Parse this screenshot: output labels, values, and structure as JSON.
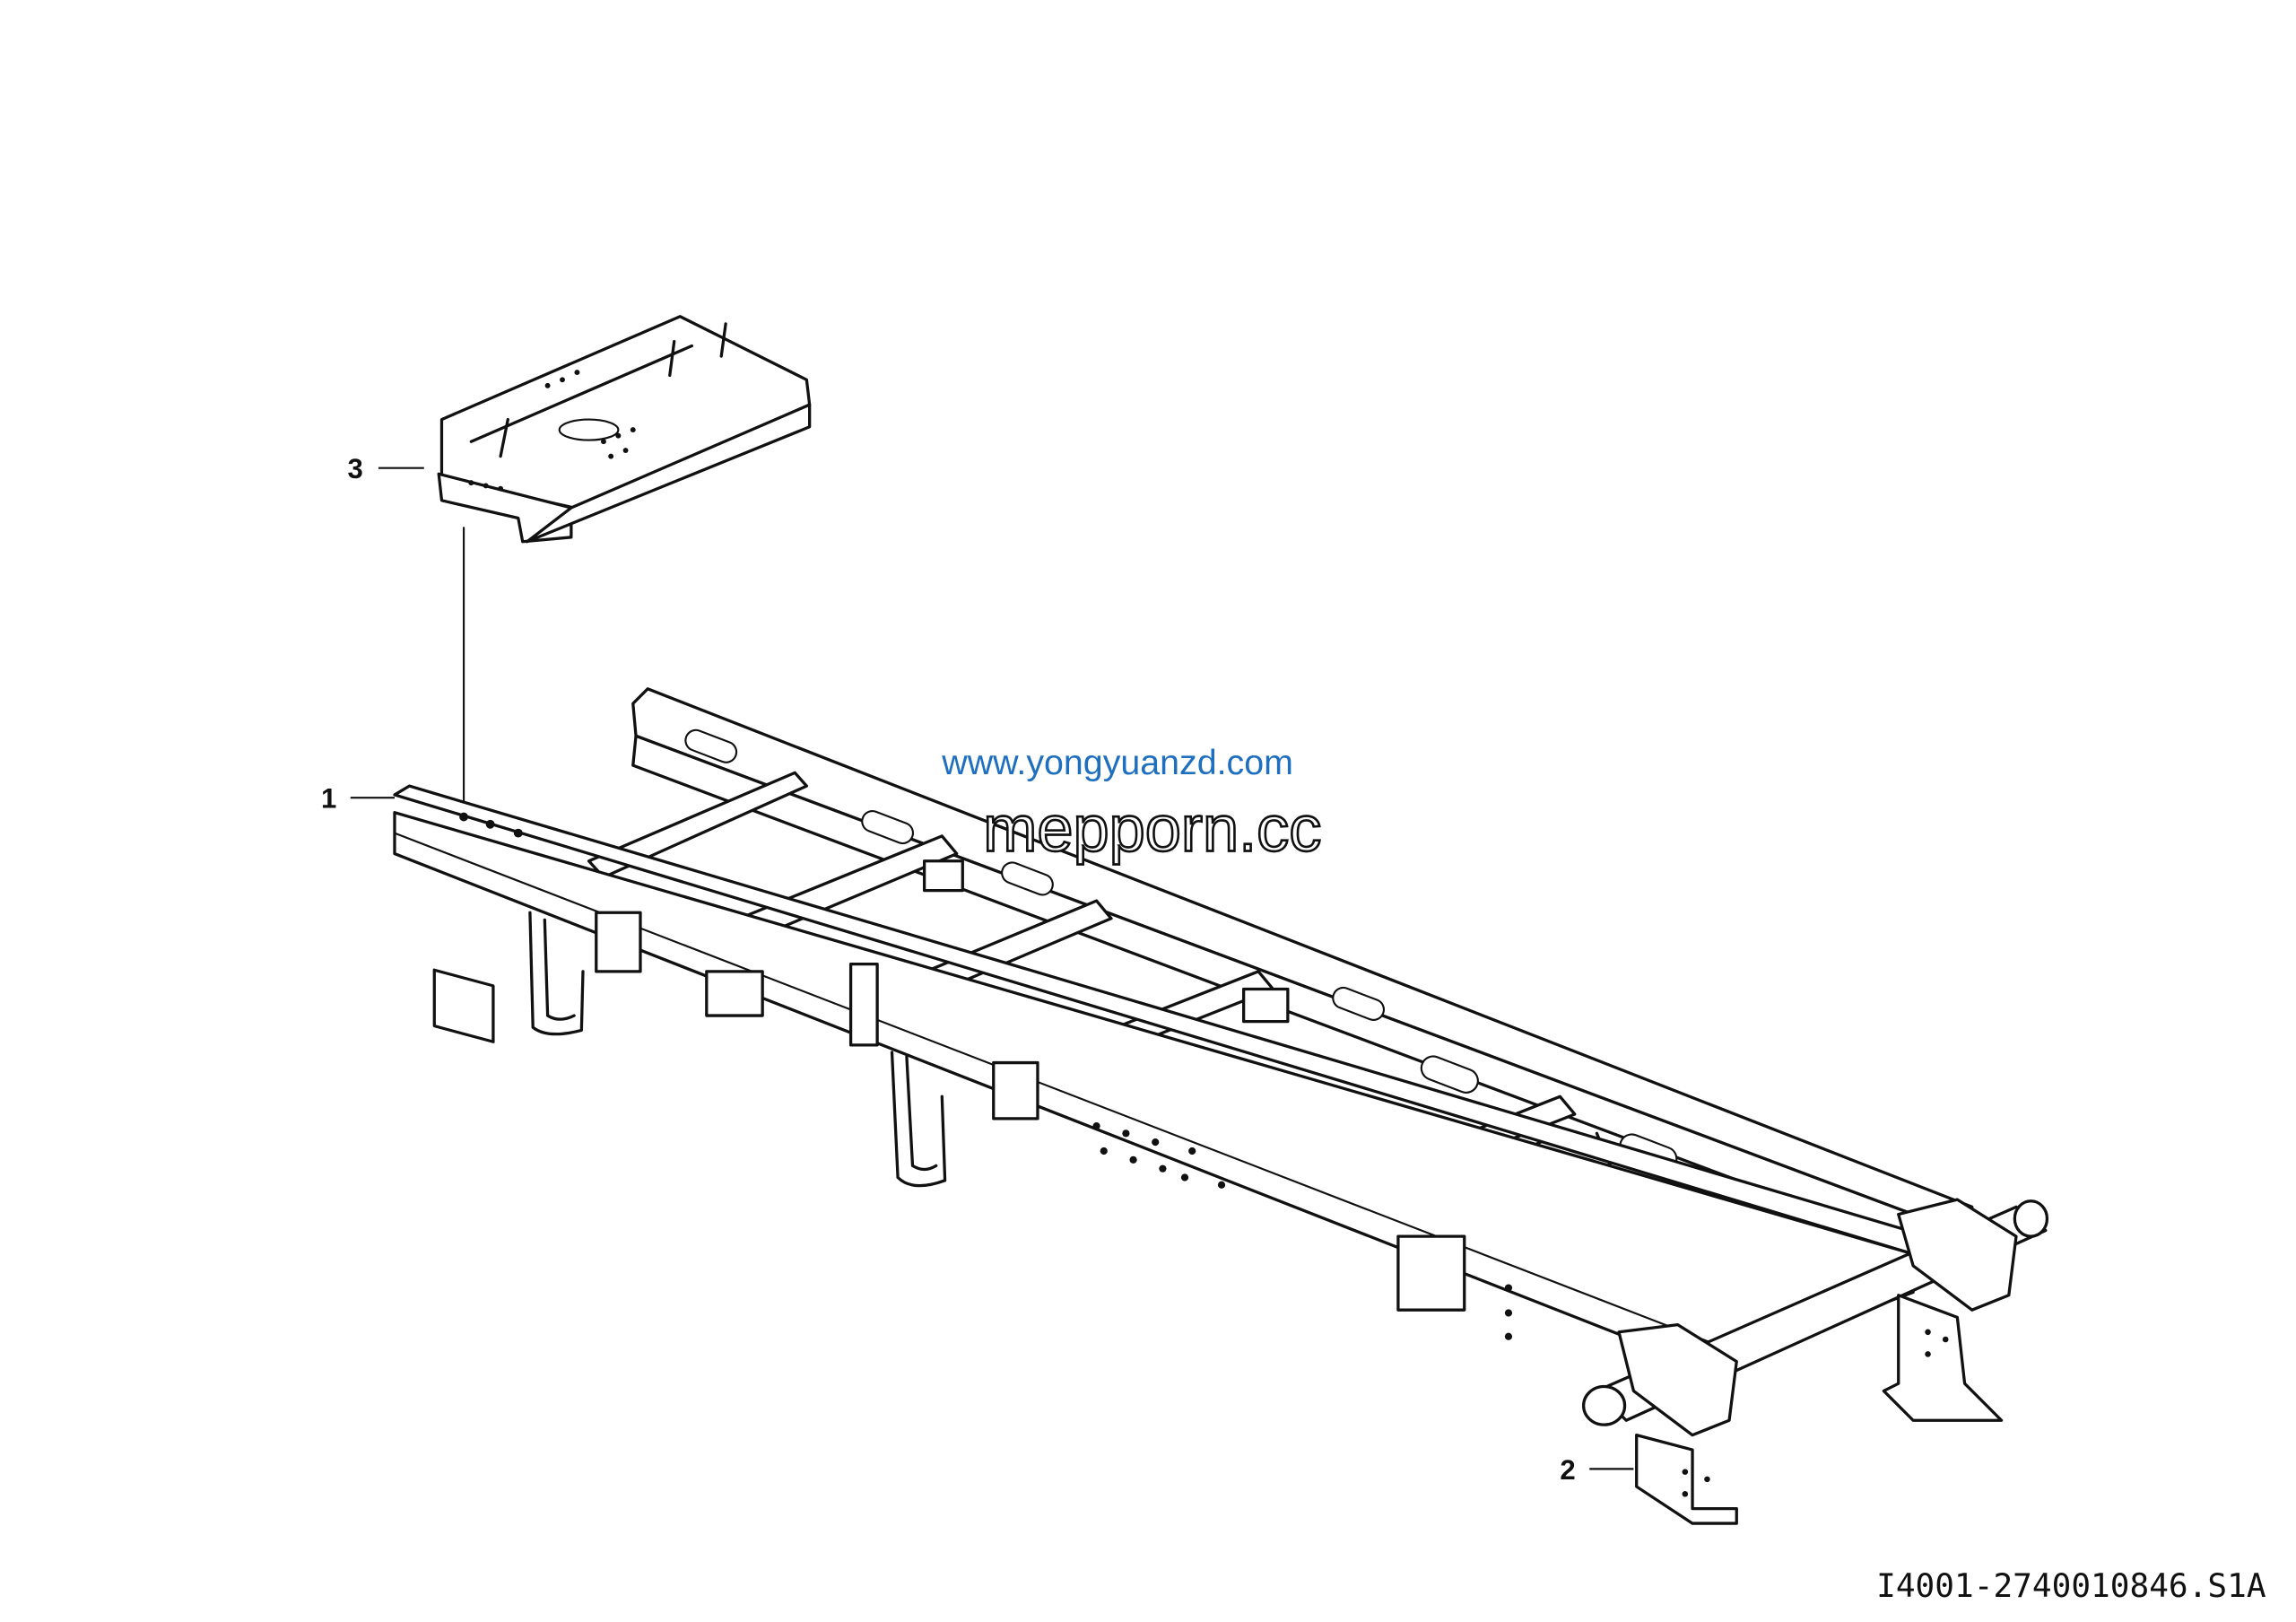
{
  "callouts": [
    {
      "id": "1",
      "label": "1"
    },
    {
      "id": "2",
      "label": "2"
    },
    {
      "id": "3",
      "label": "3"
    }
  ],
  "drawing_code": "I4001-2740010846.S1A",
  "watermarks": {
    "outline": "mepporn.cc",
    "blue": "www.yongyuanzd.com"
  },
  "colors": {
    "watermark_blue": "#1f6fc1",
    "line": "#111111"
  }
}
